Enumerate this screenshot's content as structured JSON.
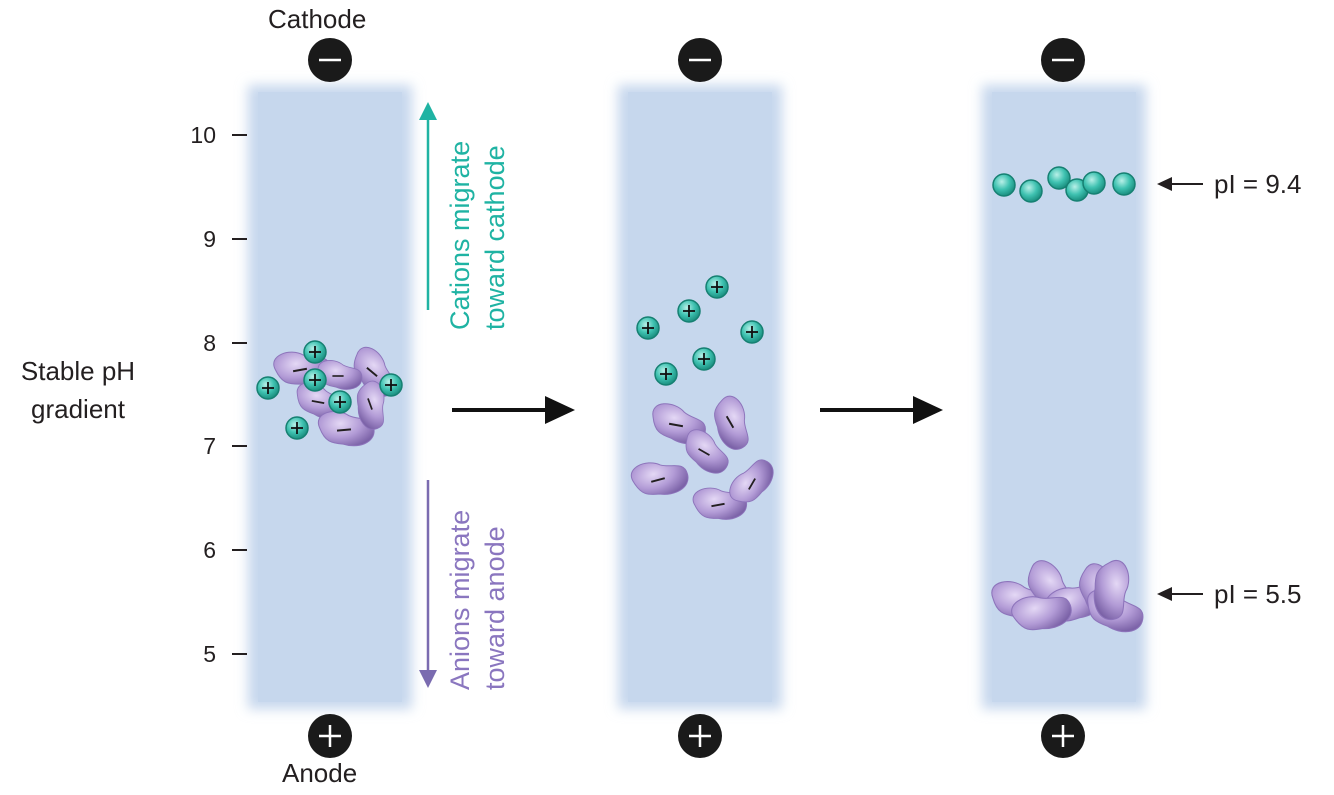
{
  "electrodes": {
    "cathode_label": "Cathode",
    "anode_label": "Anode",
    "cathode_symbol": "−",
    "anode_symbol": "+"
  },
  "axis": {
    "label_line1": "Stable pH",
    "label_line2": "gradient",
    "ticks": [
      "10",
      "9",
      "8",
      "7",
      "6",
      "5"
    ]
  },
  "annotations": {
    "cations_line1": "Cations migrate",
    "cations_line2": "toward cathode",
    "anions_line1": "Anions migrate",
    "anions_line2": "toward anode"
  },
  "results": {
    "pi_high": "pI = 9.4",
    "pi_low": "pI = 5.5"
  },
  "colors": {
    "gel": "#c6d7ed",
    "gel_edge": "#dfe8f5",
    "cation": "#3fc2b1",
    "cation_dark": "#1b8f80",
    "anion": "#a98fcf",
    "anion_dark": "#7c63a8",
    "cation_arrow": "#1fb3a3",
    "anion_arrow": "#7a6bb0",
    "electrode": "#1a1a1a"
  }
}
